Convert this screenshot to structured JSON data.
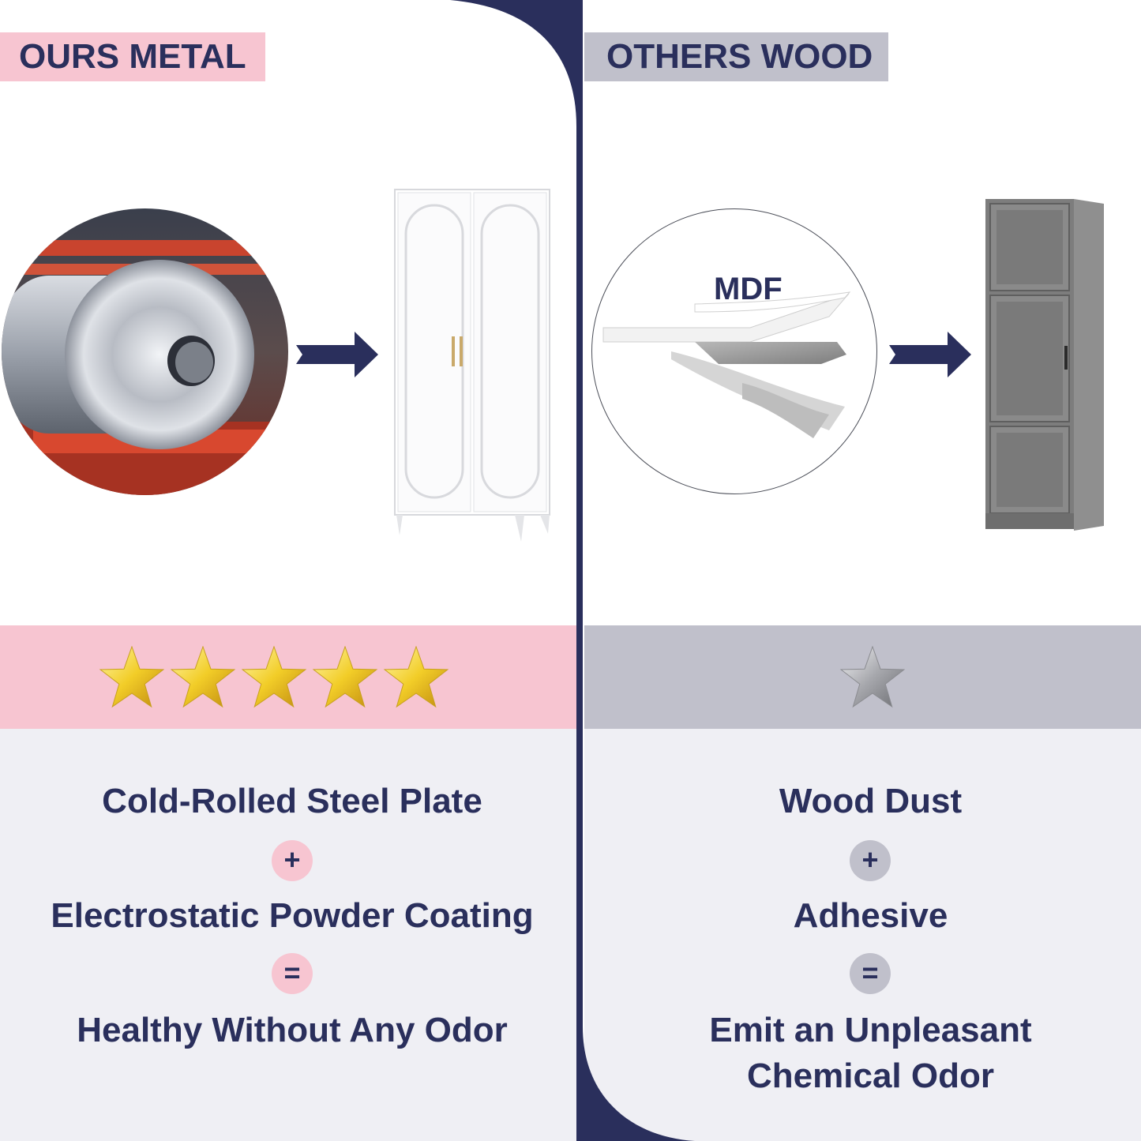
{
  "left": {
    "tag": "OURS METAL",
    "stars": 5,
    "accent": "#f7c5d1",
    "lines": [
      "Cold-Rolled Steel Plate",
      "Electrostatic Powder Coating",
      "Healthy Without Any Odor"
    ],
    "op_plus": "+",
    "op_equals": "="
  },
  "right": {
    "tag": "OTHERS WOOD",
    "stars": 1,
    "accent": "#c0c0cb",
    "material_label": "MDF",
    "lines": [
      "Wood Dust",
      "Adhesive",
      "Emit an Unpleasant",
      "Chemical Odor"
    ],
    "op_plus": "+",
    "op_equals": "="
  },
  "colors": {
    "navy": "#2a2f5c",
    "lower_bg": "#efeff4"
  },
  "icons": [
    "steel-coil-image",
    "white-cabinet-image",
    "mdf-board-image",
    "gray-wood-cabinet-image",
    "arrow-right-icon",
    "gold-star-icon",
    "silver-star-icon"
  ]
}
